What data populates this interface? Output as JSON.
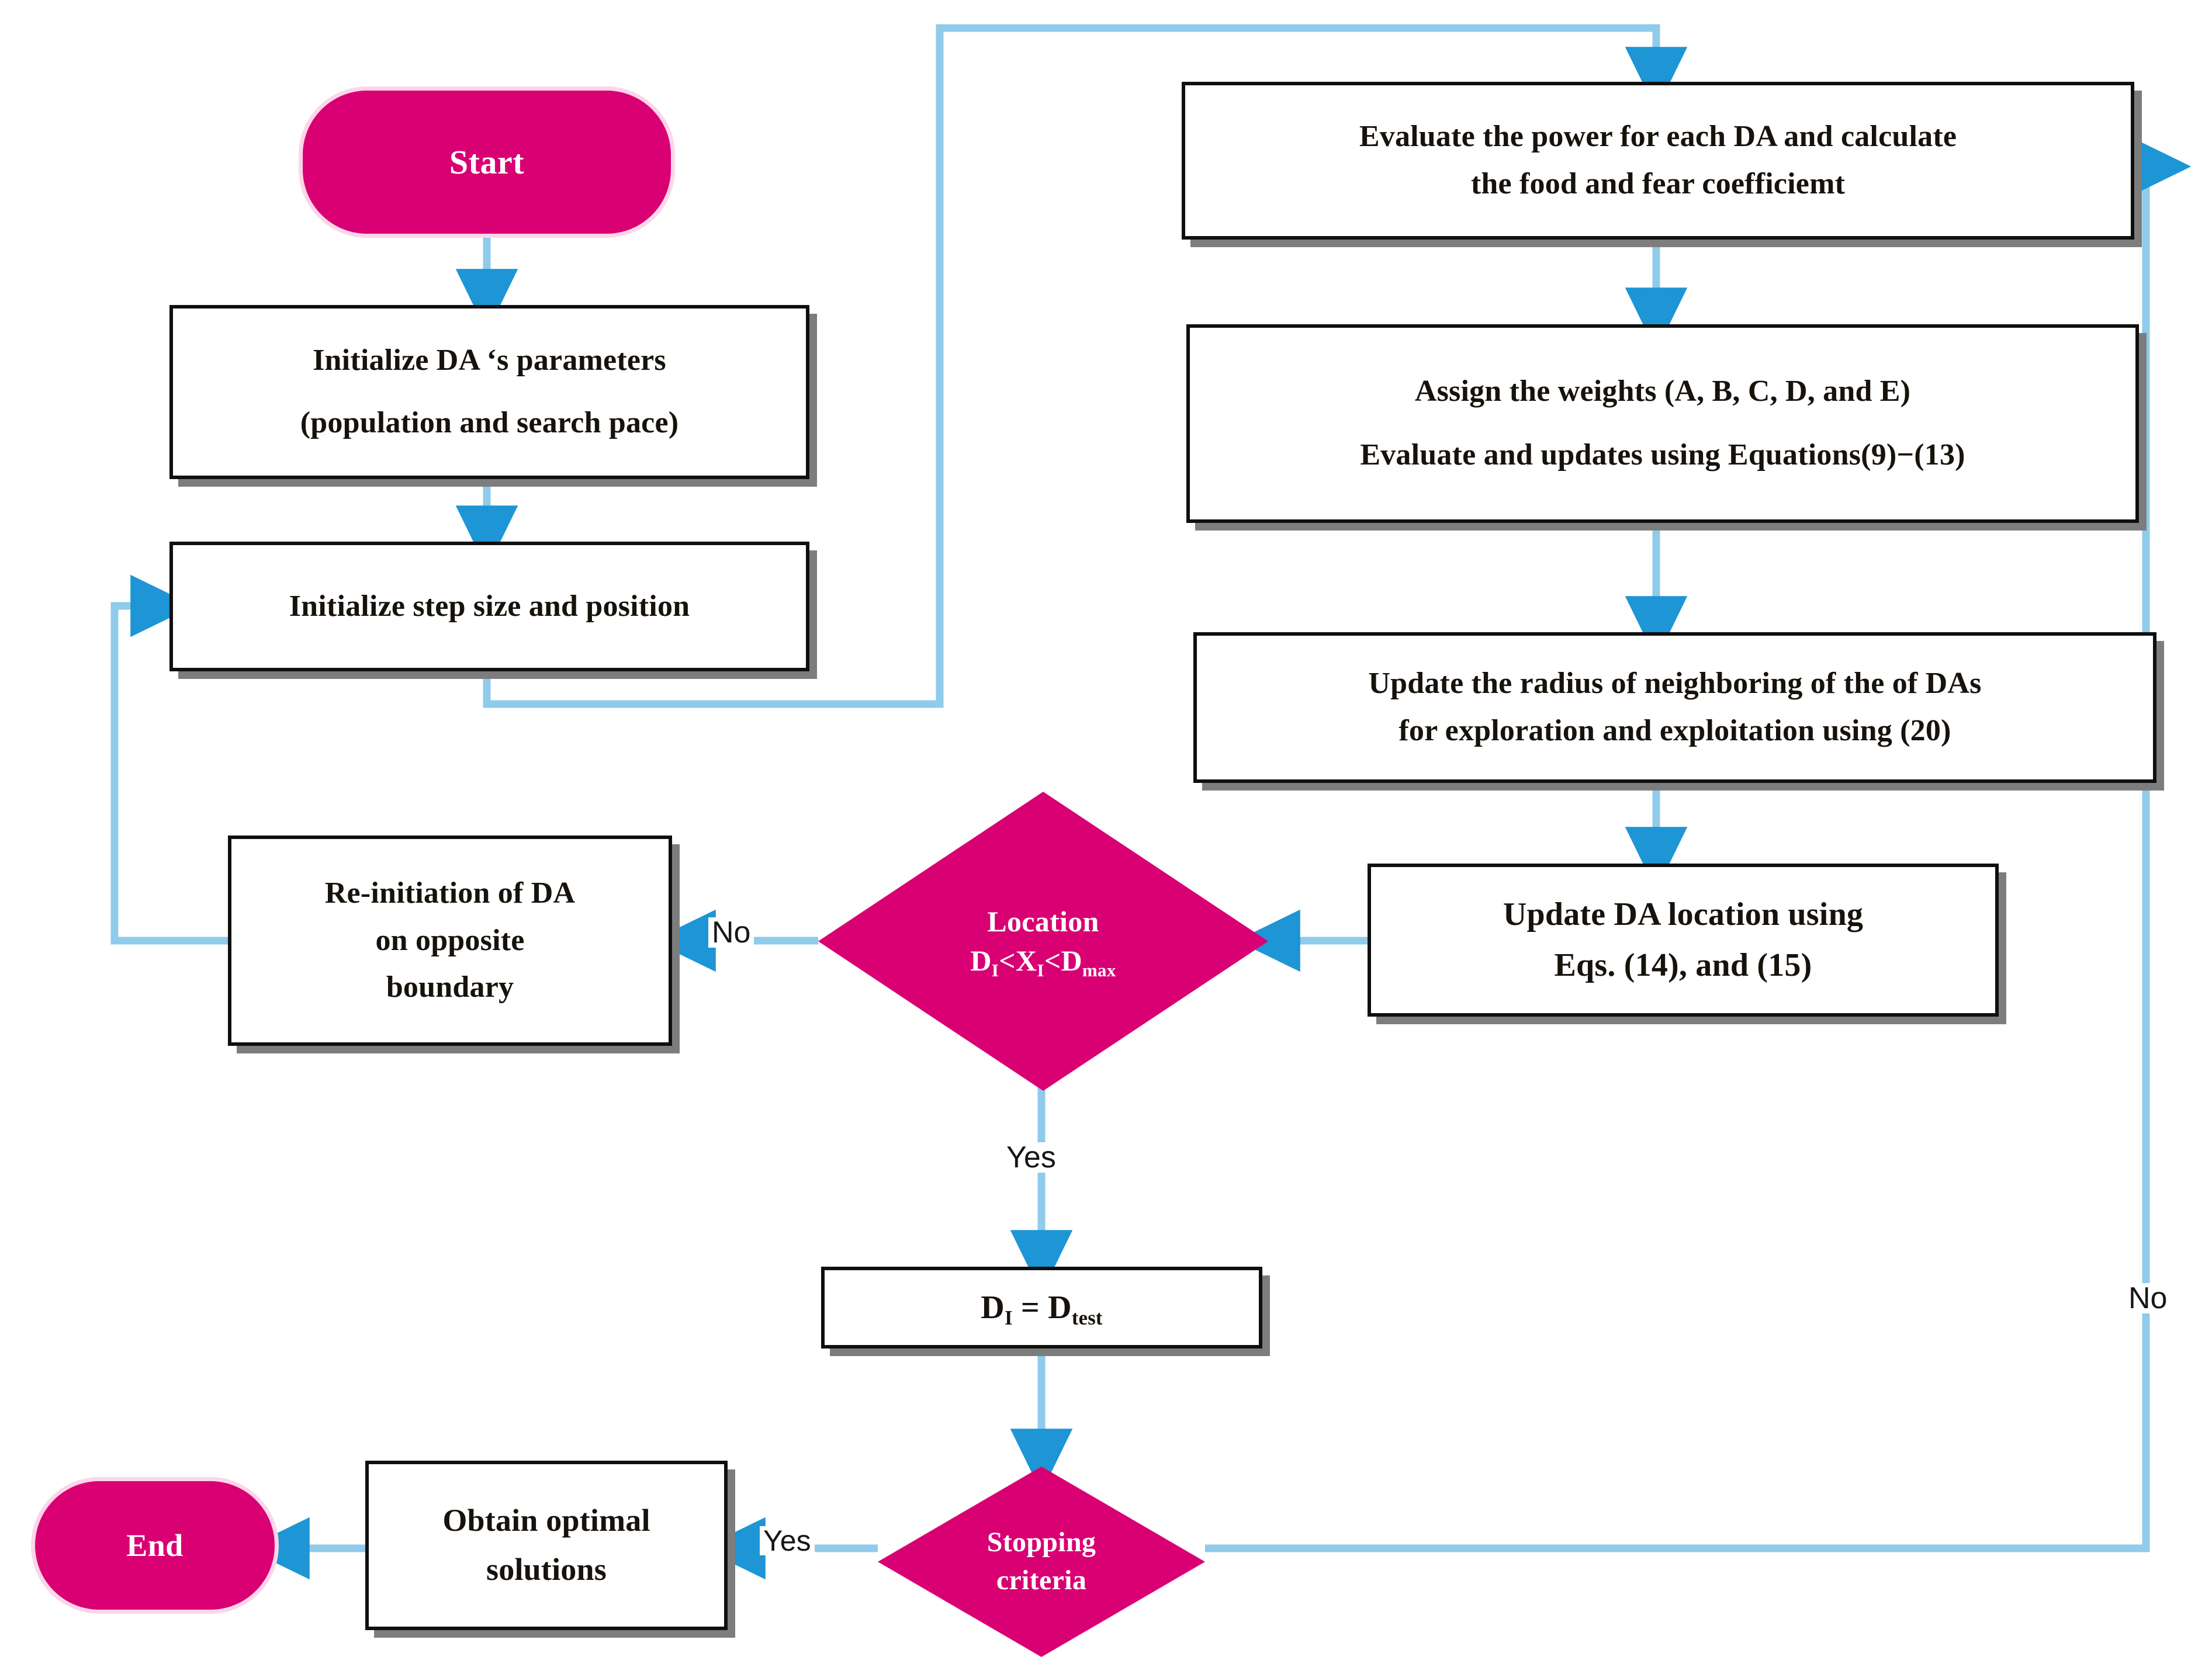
{
  "diagram": {
    "title": "Dragonfly Algorithm (DA) optimization flowchart",
    "colors": {
      "terminator_fill": "#D90074",
      "terminator_halo": "#FBD6E9",
      "decision_fill": "#D90074",
      "process_fill": "#FFFFFF",
      "process_border": "#0F0F0F",
      "process_shadow": "#7D7D7D",
      "connector": "#8FCBEA",
      "arrowhead": "#1E95D4",
      "text": "#17120C",
      "terminator_text": "#FFFFFF"
    },
    "nodes": {
      "start": {
        "label": "Start",
        "shape": "terminator"
      },
      "init_params": {
        "shape": "process",
        "line1": "Initialize DA ‘s parameters",
        "line2": "(population and search pace)"
      },
      "init_step": {
        "shape": "process",
        "line1": "Initialize step size and position"
      },
      "evaluate_power": {
        "shape": "process",
        "line1": "Evaluate the power for each DA and  calculate",
        "line2": "the food and fear coefficiemt"
      },
      "assign_weights": {
        "shape": "process",
        "line1": "Assign the weights (A, B, C, D, and E)",
        "line2": "Evaluate and updates using Equations(9)−(13)"
      },
      "update_radius": {
        "shape": "process",
        "line1": "Update the radius of neighboring of the of DAs",
        "line2": "for exploration and exploitation using (20)"
      },
      "update_location": {
        "shape": "process",
        "line1": "Update DA location using",
        "line2": "Eqs. (14), and (15)"
      },
      "location_check": {
        "shape": "decision",
        "line1": "Location",
        "line2_parts": [
          "D",
          "I",
          "<X",
          "I",
          "<D",
          "max"
        ],
        "line2_plain": "Dᵢ<Xᵢ<Dₘₐₓ"
      },
      "reinit": {
        "shape": "process",
        "line1": "Re-initiation of DA",
        "line2": "on opposite",
        "line3": "boundary"
      },
      "d_assign": {
        "shape": "process",
        "expr_parts": [
          "D",
          "I",
          " = D",
          "test"
        ],
        "plain": "Dᵢ = Dₜₑₛₜ"
      },
      "stopping": {
        "shape": "decision",
        "line1": "Stopping",
        "line2": "criteria"
      },
      "obtain": {
        "shape": "process",
        "line1": "Obtain optimal",
        "line2": "solutions"
      },
      "end": {
        "label": "End",
        "shape": "terminator"
      }
    },
    "edge_labels": {
      "location_no": "No",
      "location_yes": "Yes",
      "stopping_yes": "Yes",
      "stopping_no": "No"
    }
  }
}
